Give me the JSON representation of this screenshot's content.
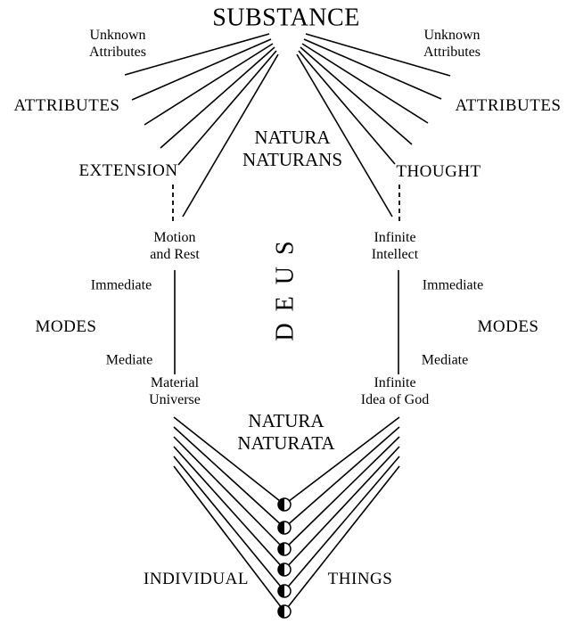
{
  "title": "SUBSTANCE",
  "center": {
    "natura_naturans": "NATURA\nNATURANS",
    "deus": "DEUS",
    "natura_naturata": "NATURA\nNATURATA",
    "individual": "INDIVIDUAL",
    "things": "THINGS"
  },
  "left": {
    "unknown_attributes": "Unknown\nAttributes",
    "attributes": "ATTRIBUTES",
    "extension": "EXTENSION",
    "motion_and_rest": "Motion\nand Rest",
    "immediate": "Immediate",
    "modes": "MODES",
    "mediate": "Mediate",
    "material_universe": "Material\nUniverse"
  },
  "right": {
    "unknown_attributes": "Unknown\nAttributes",
    "attributes": "ATTRIBUTES",
    "thought": "THOUGHT",
    "infinite_intellect": "Infinite\nIntellect",
    "immediate": "Immediate",
    "modes": "MODES",
    "mediate": "Mediate",
    "infinite_idea_of_god": "Infinite\nIdea of God"
  },
  "style": {
    "line_color": "#000000",
    "text_color": "#000000",
    "background": "#ffffff"
  },
  "individual_things_count": 6
}
